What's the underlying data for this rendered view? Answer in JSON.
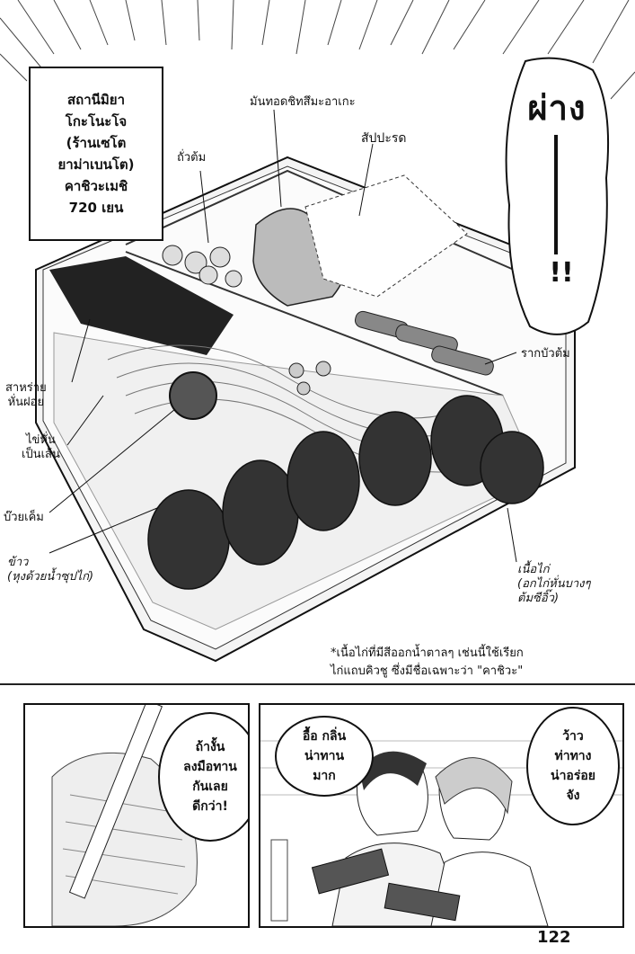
{
  "info_box": {
    "lines": [
      "สถานีมิยา",
      "โกะโนะโจ",
      "(ร้านเซโต",
      "ยาม่าเบนโต)",
      "คาชิวะเมชิ",
      "720 เยน"
    ]
  },
  "labels": {
    "fried_fish": "มันทอดชิทสึมะอาเกะ",
    "pickle": "สัปปะรด",
    "beans": "ถั่วต้ม",
    "lotus_root": "รากบัวต้ม",
    "seaweed": [
      "สาหร่าย",
      "หั่นฝอย"
    ],
    "egg_strips": [
      "ไข่หั่น",
      "เป็นเส้น"
    ],
    "pickled_plum": "บ๊วยเค็ม",
    "rice": [
      "ข้าว",
      "(หุงด้วยน้ำซุปไก่)"
    ],
    "chicken": [
      "เนื้อไก่",
      "(อกไก่หั่นบางๆ",
      "ต้มซีอิ๊ว)"
    ]
  },
  "sfx": {
    "text": "ผ่าง",
    "bang": "!!"
  },
  "footnote": [
    "*เนื้อไก่ที่มีสีออกน้ำตาลๆ เช่นนี้ใช้เรียก",
    "ไก่แถบคิวชู ซึ่งมีชื่อเฉพาะว่า \"คาชิวะ\""
  ],
  "panel_left": {
    "bubble": [
      "ถ้างั้น",
      "ลงมือทาน",
      "กันเลย",
      "ดีกว่า!"
    ]
  },
  "panel_right": {
    "bubble_man": [
      "อื้อ กลิ่น",
      "น่าทาน",
      "มาก"
    ],
    "bubble_woman": [
      "ว้าว",
      "ท่าทาง",
      "น่าอร่อย",
      "จัง"
    ]
  },
  "page_number": "122"
}
